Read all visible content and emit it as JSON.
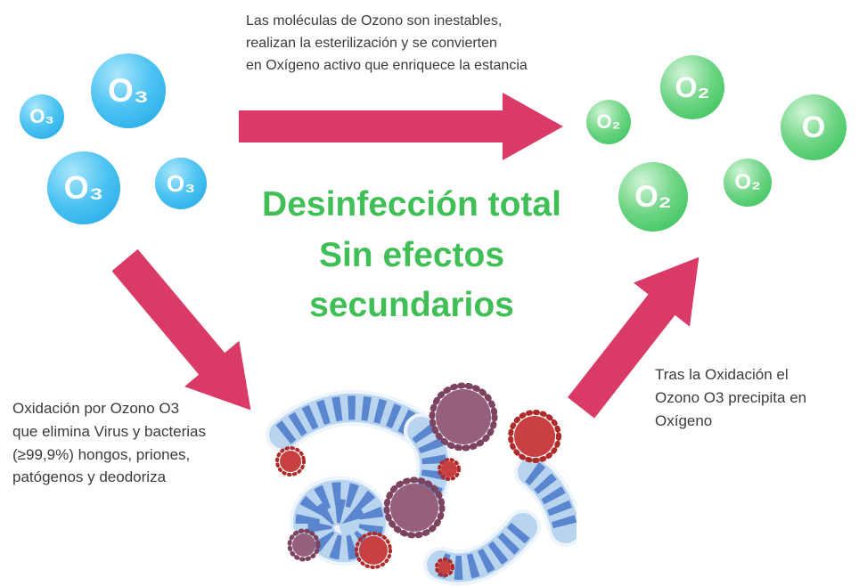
{
  "texts": {
    "top_paragraph": "Las moléculas de Ozono son inestables,\nrealizan la esterilización y se convierten\nen Oxígeno activo que enriquece la estancia",
    "headline": "Desinfección total\nSin efectos\nsecundarios",
    "left_paragraph": "Oxidación por Ozono O3\nque elimina Virus y bacterias\n(≥99,9%) hongos, priones,\npatógenos y deodoriza",
    "right_paragraph": "Tras la Oxidación el\nOzono O3 precipita en\nOxígeno"
  },
  "molecules": {
    "ozone": [
      {
        "label": "O₃"
      },
      {
        "label": "O₃"
      },
      {
        "label": "O₃"
      },
      {
        "label": "O₃"
      }
    ],
    "oxygen": [
      {
        "label": "O₂"
      },
      {
        "label": "O₂"
      },
      {
        "label": "O"
      },
      {
        "label": "O₂"
      },
      {
        "label": "O₂"
      }
    ]
  },
  "colors": {
    "arrow_pink": "#d93a66",
    "headline_green": "#3fbf55",
    "ozone_blue": "#35b5ee",
    "oxygen_green": "#4ecb6a",
    "body_text": "#3b3b3b"
  }
}
